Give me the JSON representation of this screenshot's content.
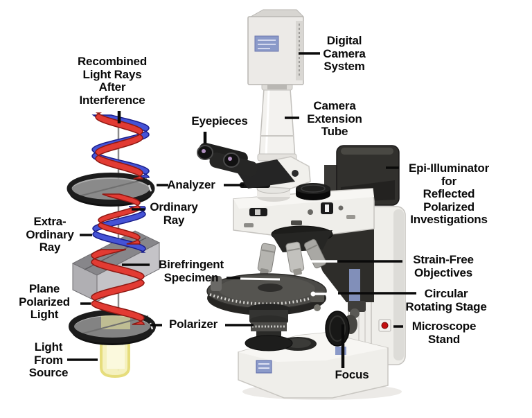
{
  "figure": {
    "type": "labeled-diagram",
    "subject": "Polarized light microscope with polarized light optical path"
  },
  "colors": {
    "background": "#ffffff",
    "label_text": "#0a0a0a",
    "wave_red": "#e23b33",
    "wave_red_outline": "#8f1812",
    "wave_blue": "#4553d6",
    "wave_blue_outline": "#1b1f8a",
    "light_beam_yellow": "#f4f0bc",
    "beam_edge_yellow": "#e6dd7c",
    "disc_ring_black": "#1c1c1c",
    "disc_glass_gray": "#a0a0a0",
    "crystal_top_gray": "#87868a",
    "crystal_front_gray": "#c4c3c7",
    "microscope_body": "#efeeea",
    "microscope_dark": "#262624",
    "accent_blue": "#8b9ac9",
    "power_dot_red": "#c41111"
  },
  "optical_path_labels": {
    "recombined": "Recombined\nLight Rays\nAfter\nInterference",
    "analyzer": "Analyzer",
    "ordinary_ray": "Ordinary\nRay",
    "extraordinary_ray": "Extra-\nOrdinary\nRay",
    "birefringent_specimen": "Birefringent\nSpecimen",
    "plane_polarized": "Plane\nPolarized\nLight",
    "polarizer": "Polarizer",
    "light_source": "Light\nFrom\nSource"
  },
  "microscope_labels": {
    "digital_camera": "Digital\nCamera\nSystem",
    "camera_tube": "Camera\nExtension\nTube",
    "eyepieces": "Eyepieces",
    "epi_illuminator": "Epi-Illuminator\nfor\nReflected\nPolarized\nInvestigations",
    "strain_free": "Strain-Free\nObjectives",
    "rotating_stage": "Circular\nRotating Stage",
    "microscope_stand": "Microscope\nStand",
    "focus": "Focus"
  }
}
